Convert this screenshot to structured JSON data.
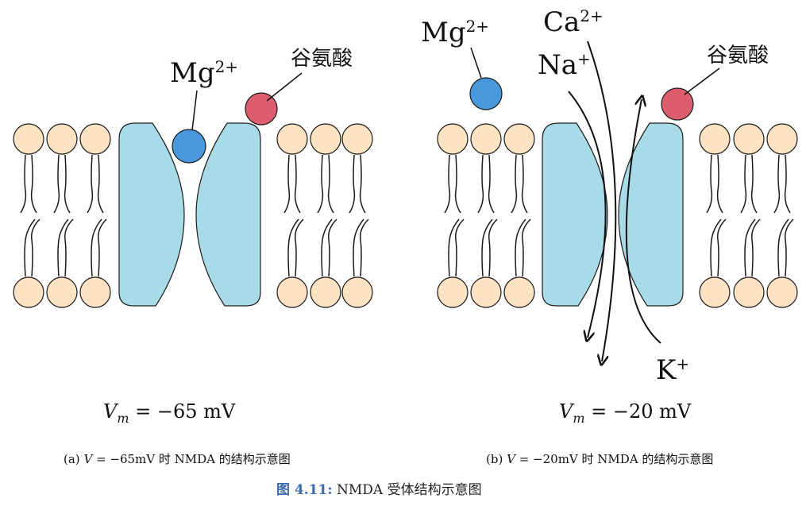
{
  "panel_a": {
    "mg_label": "Mg",
    "mg_charge": "2+",
    "glutamate_label": "谷氨酸",
    "voltage_var": "V",
    "voltage_sub": "m",
    "voltage_value": "= −65 mV",
    "caption_prefix": "(a)",
    "caption_var": "V",
    "caption_rest": "= −65mV 时 NMDA 的结构示意图"
  },
  "panel_b": {
    "mg_label": "Mg",
    "mg_charge": "2+",
    "ca_label": "Ca",
    "ca_charge": "2+",
    "na_label": "Na",
    "na_charge": "+",
    "k_label": "K",
    "k_charge": "+",
    "glutamate_label": "谷氨酸",
    "voltage_var": "V",
    "voltage_sub": "m",
    "voltage_value": "= −20 mV",
    "caption_prefix": "(b)",
    "caption_var": "V",
    "caption_rest": "= −20mV 时 NMDA 的结构示意图"
  },
  "figure": {
    "number": "图 4.11:",
    "title": "NMDA 受体结构示意图"
  },
  "colors": {
    "lipid_head": "#fbe3c3",
    "receptor": "#a8dbe7",
    "mg_ion": "#4a98dc",
    "glutamate": "#dc5e6e",
    "outline": "#1a1a1a",
    "figure_number": "#3a6bb0"
  }
}
